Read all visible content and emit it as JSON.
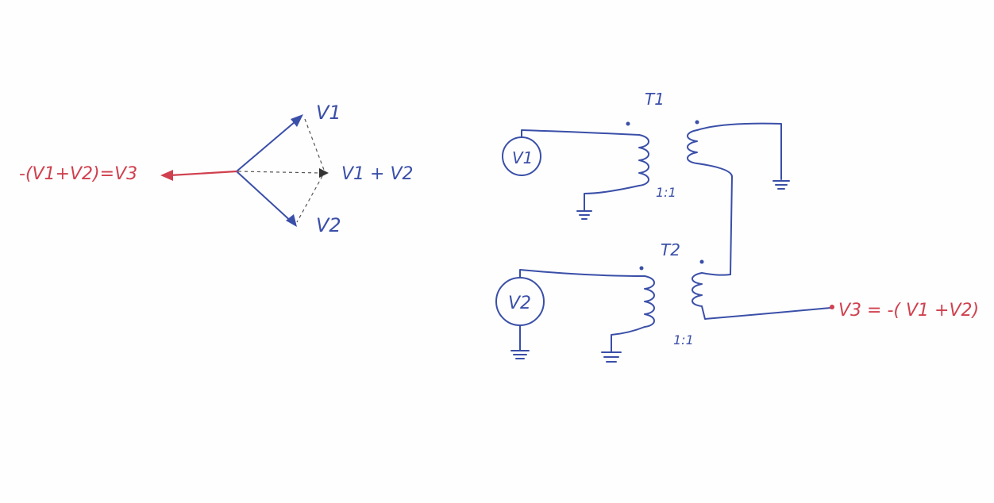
{
  "phasor": {
    "v1_label": "V1",
    "v2_label": "V2",
    "sum_label": "V1 + V2",
    "result_label": "-(V1+V2)=V3"
  },
  "circuit": {
    "t1_label": "T1",
    "t2_label": "T2",
    "source1_label": "V1",
    "source2_label": "V2",
    "ratio1_label": "1:1",
    "ratio2_label": "1:1",
    "output_label": "V3 = -( V1 +V2)"
  },
  "colors": {
    "ink": "#3a4fa8",
    "accent": "#d0404e"
  }
}
